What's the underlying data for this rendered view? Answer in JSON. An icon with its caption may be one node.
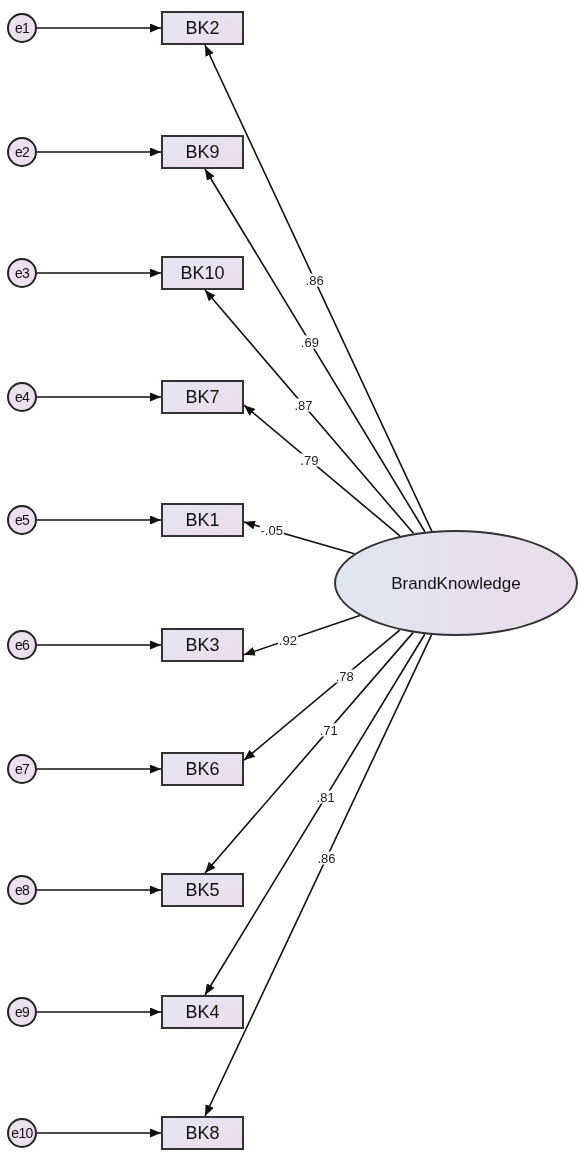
{
  "diagram": {
    "nodes": [
      {
        "text": [
          "e1"
        ]
      },
      {
        "text": [
          "e2"
        ]
      },
      {
        "text": [
          "e3"
        ]
      },
      {
        "text": [
          "e4"
        ]
      },
      {
        "text": [
          "e5"
        ]
      },
      {
        "text": [
          "e6"
        ]
      },
      {
        "text": [
          "e7"
        ]
      },
      {
        "text": [
          "e8"
        ]
      },
      {
        "text": [
          "e9"
        ]
      },
      {
        "text": [
          "e10"
        ]
      },
      {
        "text": [
          "BK2"
        ]
      },
      {
        "text": [
          "BK9"
        ]
      },
      {
        "text": [
          "BK10"
        ]
      },
      {
        "text": [
          "BK7"
        ]
      },
      {
        "text": [
          "BK1"
        ]
      },
      {
        "text": [
          "BK3"
        ]
      },
      {
        "text": [
          "BK6"
        ]
      },
      {
        "text": [
          "BK5"
        ]
      },
      {
        "text": [
          "BK4"
        ]
      },
      {
        "text": [
          "BK8"
        ]
      },
      {
        "text": [
          "BrandKnowledge"
        ]
      }
    ],
    "edges": [
      {
        "from": 0,
        "to": 10,
        "arrow": "to"
      },
      {
        "from": 1,
        "to": 11,
        "arrow": "to"
      },
      {
        "from": 2,
        "to": 12,
        "arrow": "to"
      },
      {
        "from": 3,
        "to": 13,
        "arrow": "to"
      },
      {
        "from": 4,
        "to": 14,
        "arrow": "to"
      },
      {
        "from": 5,
        "to": 15,
        "arrow": "to"
      },
      {
        "from": 6,
        "to": 16,
        "arrow": "to"
      },
      {
        "from": 7,
        "to": 17,
        "arrow": "to"
      },
      {
        "from": 8,
        "to": 18,
        "arrow": "to"
      },
      {
        "from": 9,
        "to": 19,
        "arrow": "to"
      },
      {
        "from": 20,
        "to": 10,
        "arrow": "to",
        "label": ".86"
      },
      {
        "from": 20,
        "to": 11,
        "arrow": "to",
        "label": ".69"
      },
      {
        "from": 20,
        "to": 12,
        "arrow": "to",
        "label": ".87"
      },
      {
        "from": 20,
        "to": 13,
        "arrow": "to",
        "label": ".79"
      },
      {
        "from": 20,
        "to": 14,
        "arrow": "to",
        "label": "-.05"
      },
      {
        "from": 20,
        "to": 15,
        "arrow": "to",
        "label": ".92"
      },
      {
        "from": 20,
        "to": 16,
        "arrow": "to",
        "label": ".78"
      },
      {
        "from": 20,
        "to": 17,
        "arrow": "to",
        "label": ".71"
      },
      {
        "from": 20,
        "to": 18,
        "arrow": "to",
        "label": ".81"
      },
      {
        "from": 20,
        "to": 19,
        "arrow": "to",
        "label": ".86"
      }
    ]
  }
}
